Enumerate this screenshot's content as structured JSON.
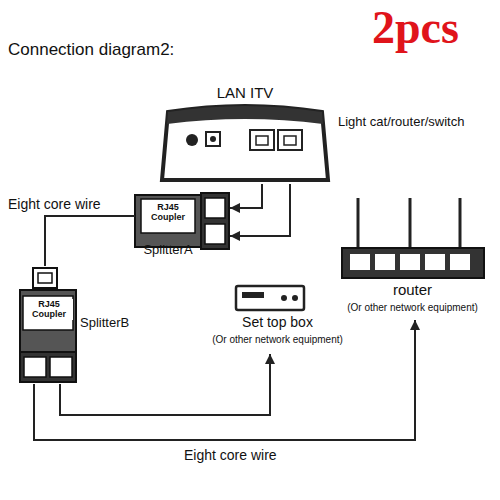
{
  "diagram": {
    "nodes": [
      {
        "text": [
          "LAN ITV"
        ]
      },
      {
        "text": [
          "RJ45 Coupler",
          "SplitterA"
        ]
      },
      {
        "text": [
          "RJ45 Coupler",
          "SplitterB"
        ]
      },
      {
        "text": [
          "Set top box",
          "(Or other network equipment)"
        ]
      },
      {
        "text": [
          "router",
          "(Or other network equipment)"
        ]
      }
    ],
    "edges": [
      {
        "from": 0,
        "to": 1,
        "arrow": "to"
      },
      {
        "from": 0,
        "to": 1,
        "arrow": "to"
      },
      {
        "from": 1,
        "to": 2,
        "label": "Eight core wire",
        "arrow": "none"
      },
      {
        "from": 2,
        "to": 3,
        "arrow": "to"
      },
      {
        "from": 2,
        "to": 4,
        "label": "Eight core wire",
        "arrow": "to"
      }
    ],
    "labels": [
      "2pcs",
      "Connection diagram2:",
      "Light cat/router/switch"
    ]
  }
}
